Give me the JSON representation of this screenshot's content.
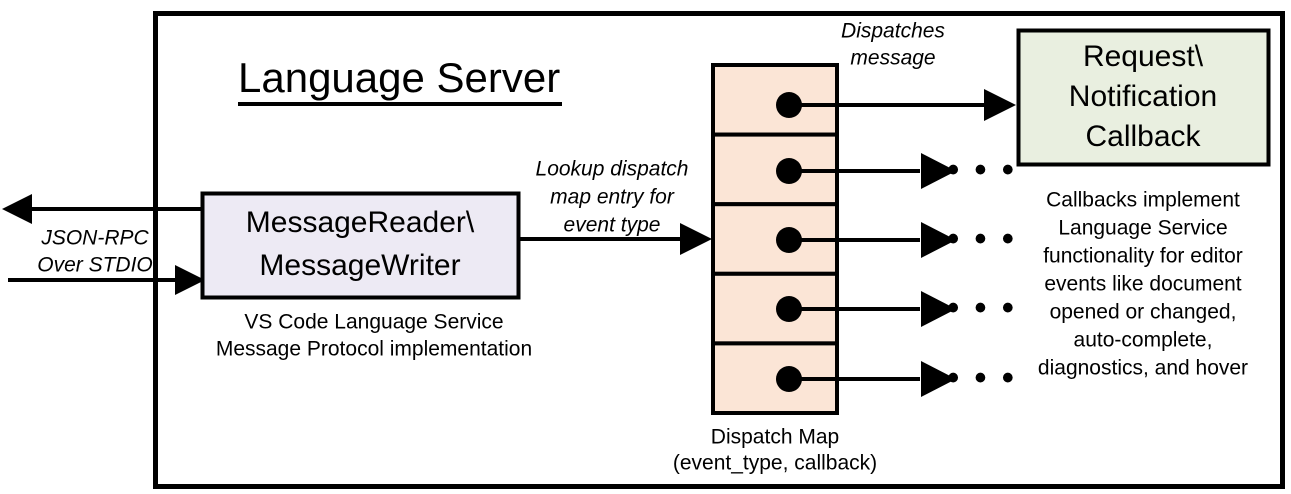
{
  "diagram": {
    "title": "Language Server",
    "colors": {
      "border": "#000000",
      "message_box_fill": "#EDEAF4",
      "dispatch_map_fill": "#FBE5D6",
      "callback_box_fill": "#E9EFE0",
      "background": "#FFFFFF"
    },
    "external_io": {
      "label_line1": "JSON-RPC",
      "label_line2": "Over STDIO",
      "outbound_arrow": "arrow-left-out",
      "inbound_arrow": "arrow-right-in"
    },
    "message_box": {
      "line1": "MessageReader\\",
      "line2": "MessageWriter",
      "caption_line1": "VS Code Language Service",
      "caption_line2": "Message Protocol implementation"
    },
    "lookup_annotation": {
      "line1": "Lookup dispatch",
      "line2": "map entry for",
      "line3": "event type"
    },
    "dispatch_map": {
      "caption_line1": "Dispatch Map",
      "caption_line2": "(event_type, callback)",
      "row_count": 5,
      "rows": [
        {
          "index": 0,
          "target": "Request\\Notification Callback"
        },
        {
          "index": 1,
          "target": "..."
        },
        {
          "index": 2,
          "target": "..."
        },
        {
          "index": 3,
          "target": "..."
        },
        {
          "index": 4,
          "target": "..."
        }
      ],
      "ellipsis": "• • •"
    },
    "dispatch_annotation": {
      "line1": "Dispatches",
      "line2": "message"
    },
    "callback_box": {
      "line1": "Request\\",
      "line2": "Notification",
      "line3": "Callback",
      "caption_line1": "Callbacks implement",
      "caption_line2": "Language Service",
      "caption_line3": "functionality for editor",
      "caption_line4": "events like document",
      "caption_line5": "opened or changed,",
      "caption_line6": "auto-complete,",
      "caption_line7": "diagnostics, and hover"
    }
  }
}
